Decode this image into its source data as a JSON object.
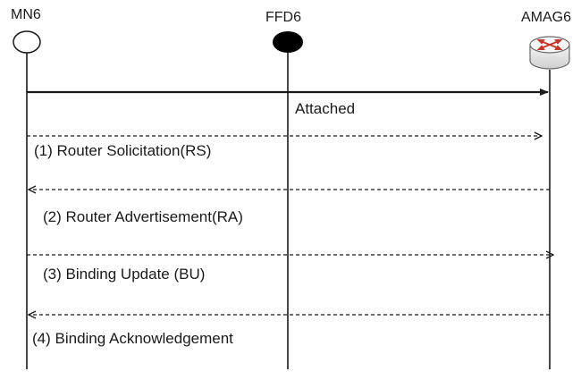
{
  "entities": [
    {
      "name": "MN6",
      "symbol": "hollow-circle-node"
    },
    {
      "name": "FFD6",
      "symbol": "filled-circle-node"
    },
    {
      "name": "AMAG6",
      "symbol": "router-icon"
    }
  ],
  "messages": [
    {
      "label": "Attached",
      "from": "MN6",
      "to": "AMAG6",
      "style": "solid"
    },
    {
      "label": "(1) Router Solicitation(RS)",
      "from": "MN6",
      "to": "AMAG6",
      "style": "dashed"
    },
    {
      "label": "(2) Router Advertisement(RA)",
      "from": "AMAG6",
      "to": "MN6",
      "style": "dashed"
    },
    {
      "label": "(3) Binding Update (BU)",
      "from": "MN6",
      "to": "AMAG6",
      "style": "dashed"
    },
    {
      "label": "(4) Binding Acknowledgement",
      "from": "AMAG6",
      "to": "MN6",
      "style": "dashed"
    }
  ],
  "colors": {
    "line": "#1a1a1a",
    "router_arrows": "#c0392b",
    "router_body": "#e6e6e6"
  }
}
